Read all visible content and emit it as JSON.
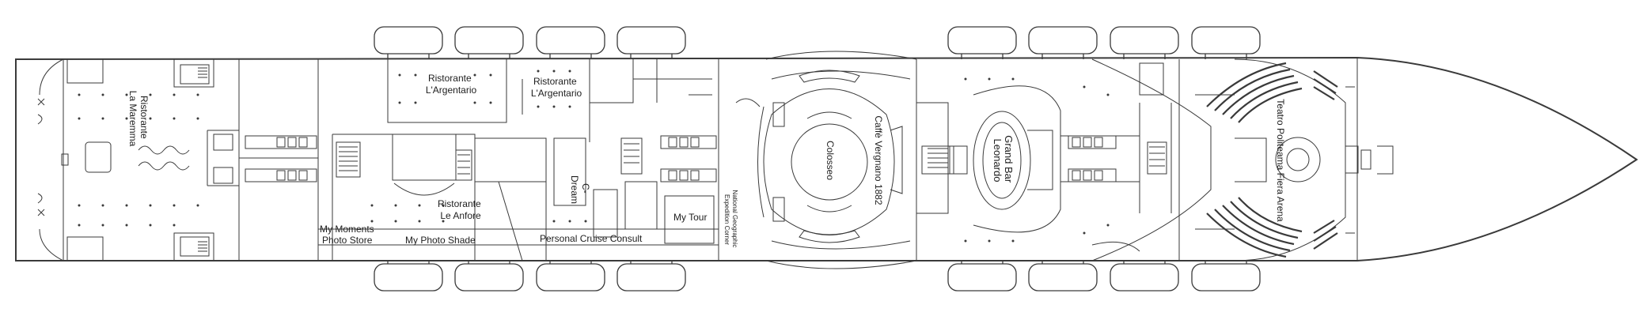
{
  "venues": {
    "la_maremma": [
      "Ristorante",
      "La Maremma"
    ],
    "argentario_1": [
      "Ristorante",
      "L'Argentario"
    ],
    "argentario_2": [
      "Ristorante",
      "L'Argentario"
    ],
    "le_anfore": [
      "Ristorante",
      "Le Anfore"
    ],
    "my_moments": [
      "My Moments",
      "Photo Store"
    ],
    "my_photo_shade": "My Photo Shade",
    "c_dream": [
      "C-",
      "Dream"
    ],
    "personal_cruise": "Personal Cruise Consult",
    "my_tour": "My Tour",
    "nat_geo": [
      "National Geographic",
      "Expedition Corner"
    ],
    "colosseo": "Colosseo",
    "caffe_vergnano": "Caffè Vergnano 1882",
    "grand_bar": [
      "Grand Bar",
      "Leonardo"
    ],
    "teatro": [
      "Teatro Politeama Fiera Arena"
    ]
  },
  "colors": {
    "line": "#3a3a3a",
    "background": "#ffffff"
  }
}
